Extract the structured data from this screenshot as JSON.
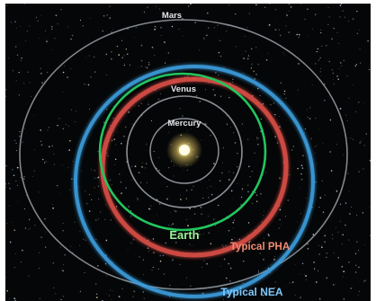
{
  "diagram": {
    "labels": {
      "mars": "Mars",
      "venus": "Venus",
      "mercury": "Mercury",
      "earth": "Earth",
      "pha": "Typical PHA",
      "nea": "Typical NEA"
    },
    "colors": {
      "background": "#050607",
      "planet_orbit": "#9aa0a6",
      "earth_orbit": "#22c55e",
      "pha_orbit": "#e2514a",
      "nea_orbit": "#3ca0e0",
      "sun": "#fff6b0",
      "earth_label": "#9ff59a",
      "pha_label": "#f48b74",
      "nea_label": "#7ec8ff",
      "planet_label": "#e5e7eb"
    }
  }
}
